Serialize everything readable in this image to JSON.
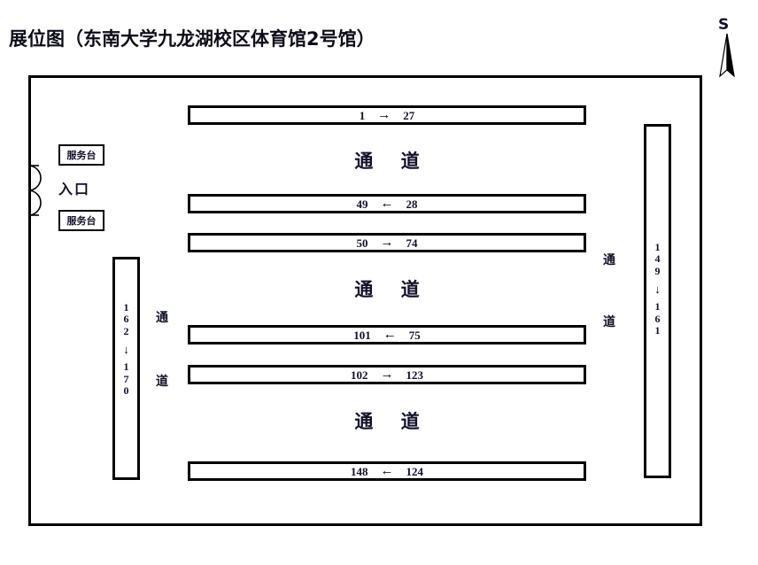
{
  "page": {
    "title": "展位图（东南大学九龙湖校区体育馆2号馆）"
  },
  "compass": {
    "label": "S",
    "icon": "north-arrow-needle-icon"
  },
  "hall": {
    "entrance": {
      "label": "入口",
      "door_icon": "double-door-swing-icon"
    },
    "service_desks": [
      {
        "label": "服务台"
      },
      {
        "label": "服务台"
      }
    ],
    "booth_rows": [
      {
        "id": "row-1-27",
        "from": "1",
        "arrow": "→",
        "to": "27",
        "direction": "right"
      },
      {
        "id": "row-49-28",
        "from": "49",
        "arrow": "←",
        "to": "28",
        "direction": "left"
      },
      {
        "id": "row-50-74",
        "from": "50",
        "arrow": "→",
        "to": "74",
        "direction": "right"
      },
      {
        "id": "row-101-75",
        "from": "101",
        "arrow": "←",
        "to": "75",
        "direction": "left"
      },
      {
        "id": "row-102-123",
        "from": "102",
        "arrow": "→",
        "to": "123",
        "direction": "right"
      },
      {
        "id": "row-148-124",
        "from": "148",
        "arrow": "←",
        "to": "124",
        "direction": "left"
      }
    ],
    "booth_columns": [
      {
        "id": "col-162-170",
        "side": "left",
        "from_digits": [
          "1",
          "6",
          "2"
        ],
        "arrow": "↓",
        "to_digits": [
          "1",
          "7",
          "0"
        ]
      },
      {
        "id": "col-149-161",
        "side": "right",
        "from_digits": [
          "1",
          "4",
          "9"
        ],
        "arrow": "↓",
        "to_digits": [
          "1",
          "6",
          "1"
        ]
      }
    ],
    "aisles_horizontal": [
      {
        "id": "aisle-top",
        "label": "通 道"
      },
      {
        "id": "aisle-middle",
        "label": "通 道"
      },
      {
        "id": "aisle-bottom",
        "label": "通 道"
      }
    ],
    "aisles_vertical": [
      {
        "id": "aisle-left",
        "char_top": "通",
        "char_bottom": "道"
      },
      {
        "id": "aisle-right",
        "char_top": "通",
        "char_bottom": "道"
      }
    ]
  },
  "colors": {
    "line": "#000000",
    "text": "#11112a",
    "background": "#ffffff"
  }
}
